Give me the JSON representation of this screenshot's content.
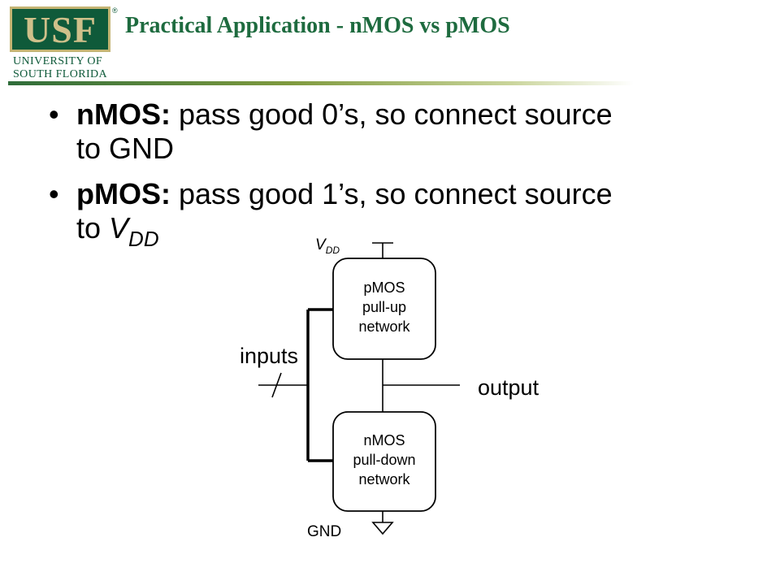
{
  "logo": {
    "letters": "USF",
    "trademark": "®",
    "line1": "UNIVERSITY OF",
    "line2": "SOUTH FLORIDA"
  },
  "title": "Practical Application - nMOS vs pMOS",
  "bullets": [
    {
      "bold": "nMOS:",
      "text_line1": " pass good 0’s, so connect source",
      "text_line2": "to GND"
    },
    {
      "bold": "pMOS:",
      "text_line1": " pass good 1’s, so connect source",
      "text_line2_prefix": "to ",
      "text_line2_var": "V",
      "text_line2_sub": "DD"
    }
  ],
  "diagram": {
    "vdd_label": "V",
    "vdd_sub": "DD",
    "pmos_lines": [
      "pMOS",
      "pull-up",
      "network"
    ],
    "nmos_lines": [
      "nMOS",
      "pull-down",
      "network"
    ],
    "inputs_label": "inputs",
    "output_label": "output",
    "gnd_label": "GND"
  }
}
